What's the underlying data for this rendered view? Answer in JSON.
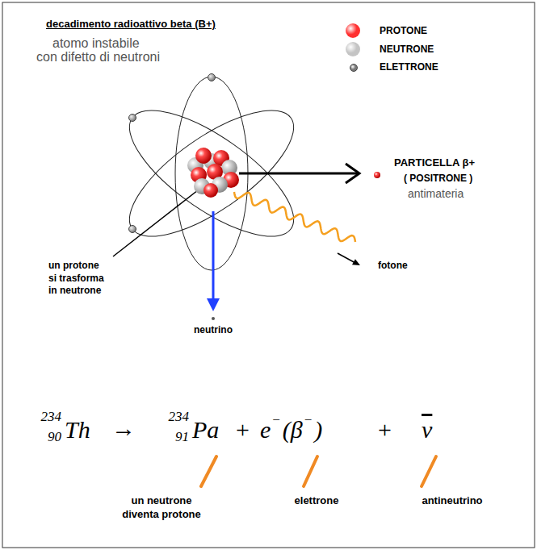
{
  "diagram": {
    "title": "decadimento radioattivo beta (B+)",
    "labels": [
      "atomo instabile con difetto di neutroni",
      "PARTICELLA β+",
      "( POSITRONE )",
      "antimateria",
      "fotone",
      "un protone si trasforma in neutrone",
      "neutrino",
      "234",
      "90",
      "Th",
      "→",
      "234",
      "91",
      "Pa",
      "+",
      "e",
      "−",
      "(β",
      "−",
      ")",
      "+",
      "ν",
      "un neutrone diventa protone",
      "elettrone",
      "antineutrino"
    ],
    "legend": [
      {
        "text": "PROTONE",
        "color": "#ff3030"
      },
      {
        "text": "NEUTRONE",
        "color": "#c4c4c4"
      },
      {
        "text": "ELETTRONE",
        "color": "#777777"
      }
    ]
  }
}
